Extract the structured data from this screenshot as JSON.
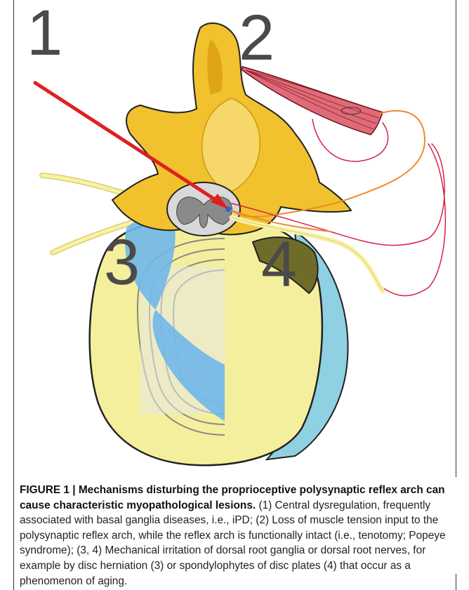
{
  "figure": {
    "labels": {
      "one": "1",
      "two": "2",
      "three": "3",
      "four": "4"
    },
    "colors": {
      "vertebra": "#f2c12e",
      "vertebra_dark": "#e0a516",
      "disc_body": "#f4ef9c",
      "disc_side": "#8fd0e2",
      "herniation": "#6fb7e9",
      "spondylophyte": "#7a7a2c",
      "cord": "#bdbdbd",
      "muscle": "#e06b78",
      "nerve_red": "#d6204a",
      "nerve_orange": "#f08a2a",
      "arrow": "#e02020"
    }
  },
  "caption": {
    "heading": "FIGURE 1 | Mechanisms disturbing the proprioceptive polysynaptic reflex arch can cause characteristic myopathological lesions.",
    "body": " (1) Central dysregulation, frequently associated with basal ganglia diseases, i.e., iPD; (2) Loss of muscle tension input to the polysynaptic reflex arch, while the reflex arch is functionally intact (i.e., tenotomy; Popeye syndrome); (3, 4) Mechanical irritation of dorsal root ganglia or dorsal root nerves, for example by disc herniation (3) or spondylophytes of disc plates (4) that occur as a phenomenon of aging."
  }
}
